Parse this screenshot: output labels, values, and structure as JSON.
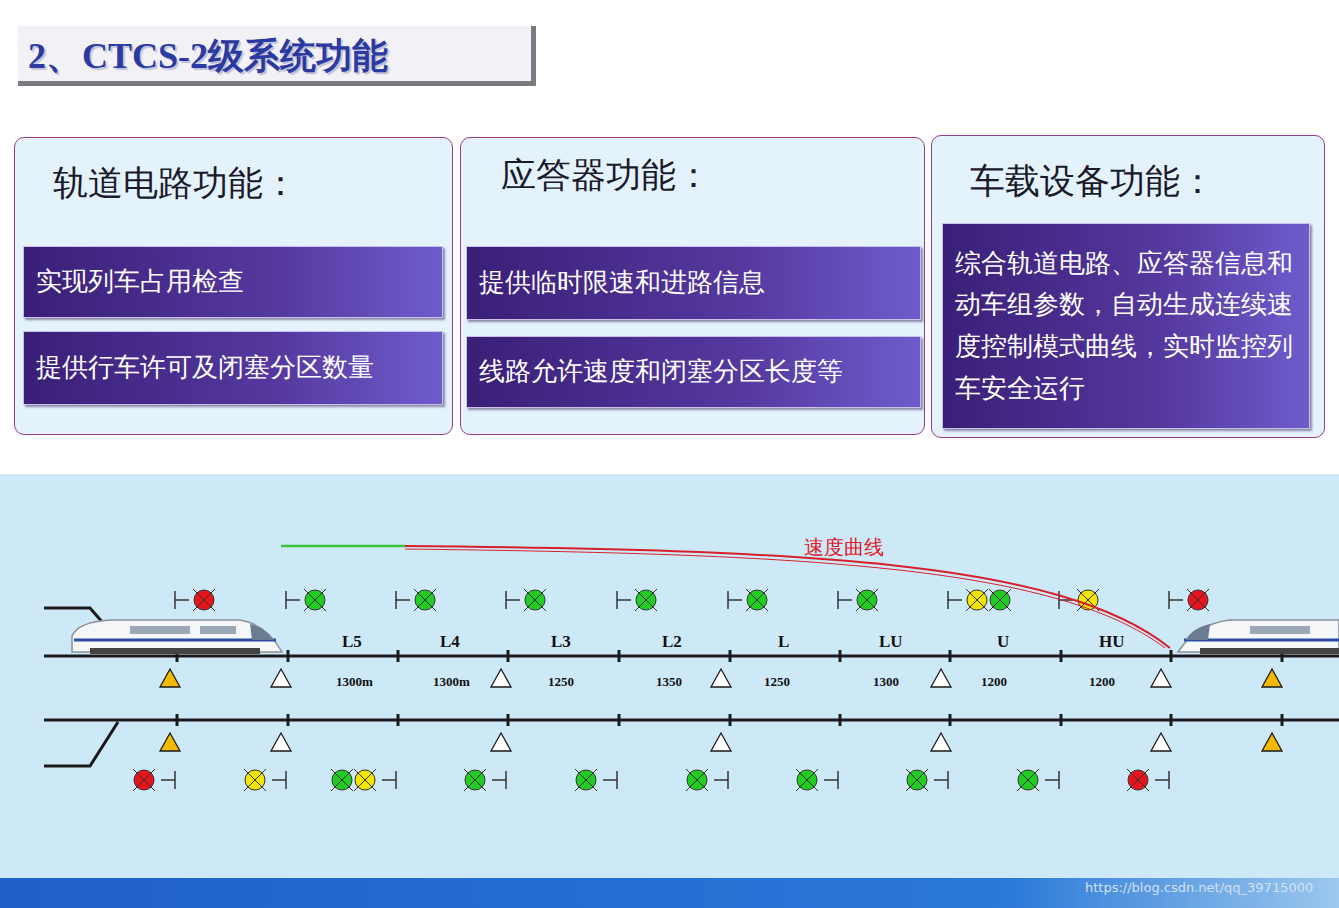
{
  "diagram": {
    "title": "2、CTCS-2级系统功能",
    "nodes": [
      {
        "text": [
          "轨道电路功能："
        ]
      },
      {
        "text": [
          "实现列车占用检查"
        ],
        "in": 0
      },
      {
        "text": [
          "提供行车许可及闭塞分区数量"
        ],
        "in": 0
      },
      {
        "text": [
          "应答器功能："
        ]
      },
      {
        "text": [
          "提供临时限速和进路信息"
        ],
        "in": 3
      },
      {
        "text": [
          "线路允许速度和闭塞分区长度等"
        ],
        "in": 3
      },
      {
        "text": [
          "车载设备功能："
        ]
      },
      {
        "text": [
          "综合轨道电路、应答器信息和动车组参数，自动生成连续速度控制模式曲线，实时监控列车安全运行"
        ],
        "in": 6
      }
    ],
    "labels": [
      "速度曲线",
      "L5",
      "L4",
      "L3",
      "L2",
      "L",
      "LU",
      "U",
      "HU",
      "1300m",
      "1300m",
      "1250",
      "1350",
      "1250",
      "1300",
      "1200",
      "1200",
      "https://blog.csdn.net/qq_39715000"
    ]
  }
}
